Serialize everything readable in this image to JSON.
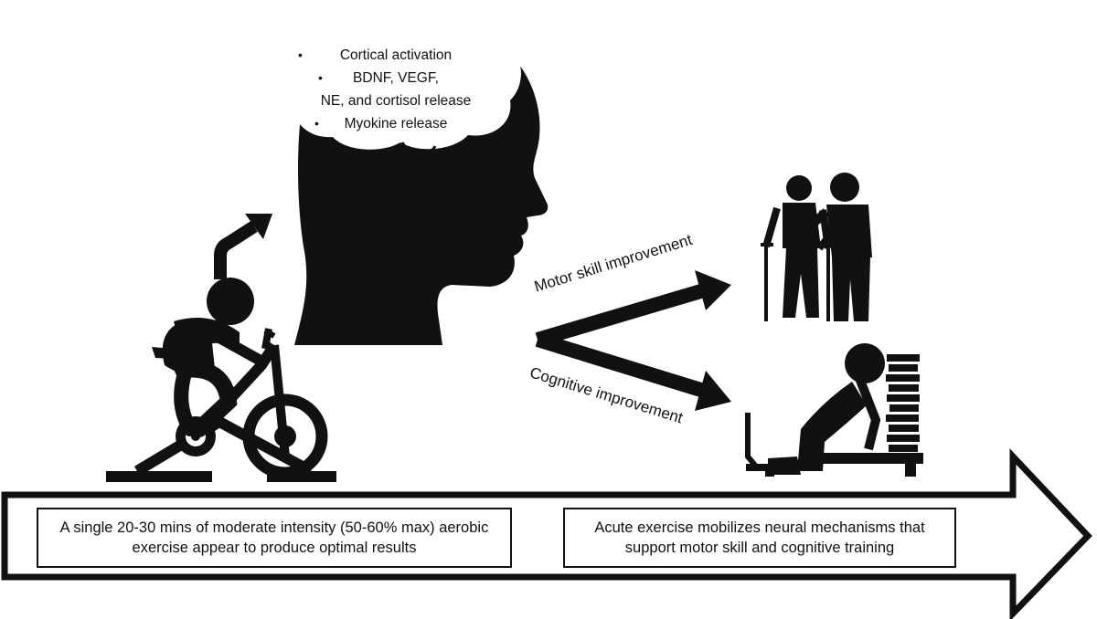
{
  "brain": {
    "items": [
      "Cortical activation",
      "BDNF, VEGF,",
      "NE, and cortisol release",
      "Myokine release"
    ]
  },
  "arrows": {
    "motor_label": "Motor skill improvement",
    "cognitive_label": "Cognitive improvement"
  },
  "timeline": {
    "left_box": "A single 20-30 mins of moderate intensity (50-60% max) aerobic exercise appear to produce optimal results",
    "right_box": "Acute exercise mobilizes neural mechanisms that support motor skill and cognitive training"
  },
  "colors": {
    "silhouette": "#111111",
    "background": "#ffffff"
  },
  "icons": [
    "exercise-bike-cyclist-icon",
    "human-head-icon",
    "assisted-walking-crutches-icon",
    "stressed-student-books-icon"
  ]
}
